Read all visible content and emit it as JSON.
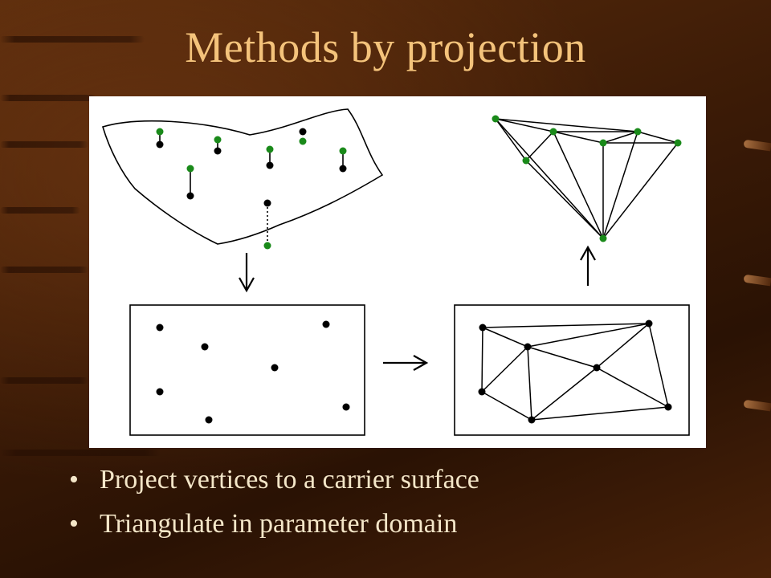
{
  "slide": {
    "title": "Methods by projection",
    "bullets": [
      {
        "text": "Project vertices to a carrier surface"
      },
      {
        "text": "Triangulate in parameter domain"
      }
    ]
  },
  "colors": {
    "title": "#f4c37b",
    "bullet_text": "#f4e6c8",
    "vertex_green": "#1a8a1a",
    "vertex_black": "#000000"
  }
}
